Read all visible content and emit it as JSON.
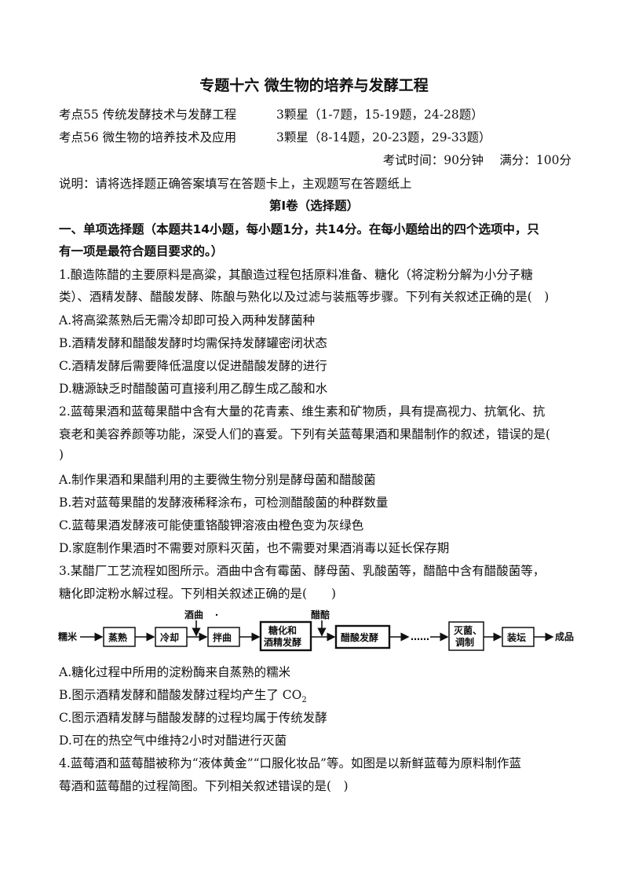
{
  "title": "专题十六 微生物的培养与发酵工程",
  "kaodian": [
    {
      "label": "考点55 传统发酵技术与发酵工程",
      "stars": "3颗星（1-7题，15-19题，24-28题）"
    },
    {
      "label": "考点56 微生物的培养技术及应用",
      "stars": "3颗星（8-14题，20-23题，29-33题）"
    }
  ],
  "exam_info": "考试时间：90分钟　 满分：100分",
  "note": "说明：请将选择题正确答案填写在答题卡上，主观题写在答题纸上",
  "volume_title": "第Ⅰ卷（选择题）",
  "section_title_line1": "一、单项选择题（本题共14小题，每小题1分，共14分。在每小题给出的四个选项中，只",
  "section_title_line2": "有一项是最符合题目要求的。）",
  "questions": {
    "q1": {
      "stem_line1": "1.酿造陈醋的主要原料是高粱，其酿造过程包括原料准备、糖化（将淀粉分解为小分子糖",
      "stem_line2": "类）、酒精发酵、醋酸发酵、陈酿与熟化以及过滤与装瓶等步骤。下列有关叙述正确的是(　)",
      "options": [
        "A.将高粱蒸熟后无需冷却即可投入两种发酵菌种",
        "B.酒精发酵和醋酸发酵时均需保持发酵罐密闭状态",
        "C.酒精发酵后需要降低温度以促进醋酸发酵的进行",
        "D.糖源缺乏时醋酸菌可直接利用乙醇生成乙酸和水"
      ]
    },
    "q2": {
      "stem_line1": "2.蓝莓果酒和蓝莓果醋中含有大量的花青素、维生素和矿物质，具有提高视力、抗氧化、抗",
      "stem_line2": "衰老和美容养颜等功能，深受人们的喜爱。下列有关蓝莓果酒和果醋制作的叙述，错误的是(",
      "stem_line3": ")",
      "options": [
        "A.制作果酒和果醋利用的主要微生物分别是酵母菌和醋酸菌",
        "B.若对蓝莓果醋的发酵液稀释涂布，可检测醋酸菌的种群数量",
        "C.蓝莓果酒发酵液可能使重铬酸钾溶液由橙色变为灰绿色",
        "D.家庭制作果酒时不需要对原料灭菌，也不需要对果酒消毒以延长保存期"
      ]
    },
    "q3": {
      "stem_line1": "3.某醋厂工艺流程如图所示。酒曲中含有霉菌、酵母菌、乳酸菌等，醋醅中含有醋酸菌等，",
      "stem_line2": "糖化即淀粉水解过程。下列相关叙述正确的是(　　)",
      "options": {
        "a": "A.糖化过程中所用的淀粉酶来自蒸熟的糯米",
        "b_text": "B.图示酒精发酵和醋酸发酵过程均产生了 CO",
        "b_sub": "2",
        "c": "C.图示酒精发酵与醋酸发酵的过程均属于传统发酵",
        "d": "D.可在的热空气中维持2小时对醋进行灭菌"
      }
    },
    "q4": {
      "stem_line1": "4.蓝莓酒和蓝莓醋被称为“液体黄金”“口服化妆品”等。如图是以新鲜蓝莓为原料制作蓝",
      "stem_line2": "莓酒和蓝莓醋的过程简图。下列相关叙述错误的是(　)"
    }
  },
  "flowchart": {
    "start": "糯米",
    "steps": [
      "蒸熟",
      "冷却",
      "拌曲",
      "糖化和",
      "酒精发酵",
      "醋酸发酵",
      "灭菌、",
      "调制",
      "装坛"
    ],
    "input1": "酒曲",
    "input2": "醋醅",
    "dots": "……",
    "end": "成品"
  }
}
